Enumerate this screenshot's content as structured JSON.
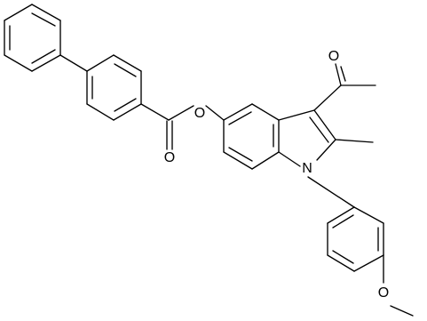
{
  "atoms": {
    "ester_oxygen": "O",
    "carbonyl_oxygen_ester": "O",
    "carbonyl_oxygen_acetyl": "O",
    "indole_nitrogen": "N",
    "methoxy_oxygen": "O"
  }
}
